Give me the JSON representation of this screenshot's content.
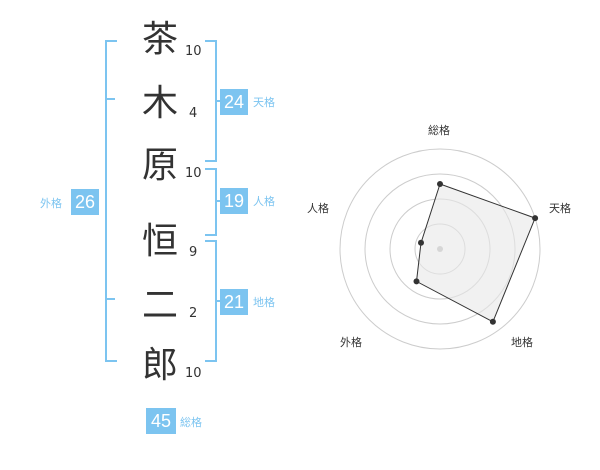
{
  "accent_color": "#7cc4f0",
  "name_chars": [
    {
      "char": "茶",
      "strokes": "10"
    },
    {
      "char": "木",
      "strokes": "4"
    },
    {
      "char": "原",
      "strokes": "10"
    },
    {
      "char": "恒",
      "strokes": "9"
    },
    {
      "char": "二",
      "strokes": "2"
    },
    {
      "char": "郎",
      "strokes": "10"
    }
  ],
  "kakaku": {
    "tenkaku": {
      "value": "24",
      "label": "天格"
    },
    "jinkaku": {
      "value": "19",
      "label": "人格"
    },
    "chikaku": {
      "value": "21",
      "label": "地格"
    },
    "gaikaku": {
      "value": "26",
      "label": "外格"
    },
    "soukaku": {
      "value": "45",
      "label": "総格"
    }
  },
  "radar": {
    "axes": [
      "総格",
      "天格",
      "地格",
      "外格",
      "人格"
    ],
    "values": [
      0.65,
      1.0,
      0.9,
      0.4,
      0.2
    ],
    "max": 1
  }
}
